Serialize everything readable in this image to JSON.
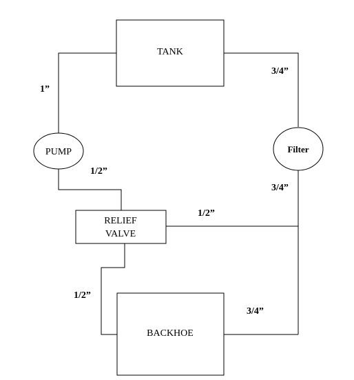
{
  "components": {
    "tank": "TANK",
    "pump": "PUMP",
    "filter": "Filter",
    "relief_valve_line1": "RELIEF",
    "relief_valve_line2": "VALVE",
    "backhoe": "BACKHOE"
  },
  "pipe_sizes": {
    "tank_to_pump": "1”",
    "tank_to_filter": "3/4”",
    "pump_to_relief_valve": "1/2”",
    "filter_to_junction": "3/4”",
    "relief_valve_to_junction": "1/2”",
    "relief_valve_to_backhoe": "1/2”",
    "backhoe_to_junction": "3/4”"
  },
  "colors": {
    "line": "#000000",
    "background": "#ffffff"
  }
}
